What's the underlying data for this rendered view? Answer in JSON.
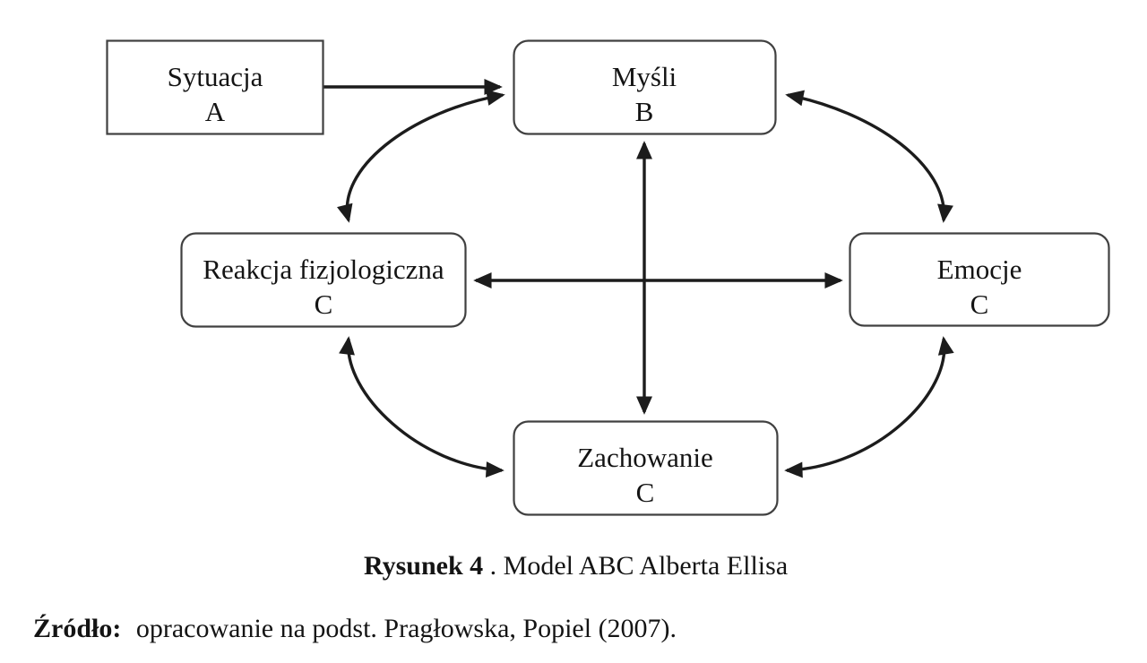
{
  "figure": {
    "type": "flow-diagram",
    "caption": {
      "label": "Rysunek 4",
      "rest": ". Model ABC Alberta Ellisa"
    },
    "source": {
      "label": "Źródło:",
      "rest": "opracowanie na podst. Pragłowska, Popiel (2007)."
    },
    "boxes": [
      {
        "id": "sytuacja",
        "label": "Sytuacja",
        "letter": "A",
        "shape": "rectangle"
      },
      {
        "id": "mysli",
        "label": "Myśli",
        "letter": "B",
        "shape": "rounded"
      },
      {
        "id": "reakcja",
        "label": "Reakcja fizjologiczna",
        "letter": "C",
        "shape": "rounded"
      },
      {
        "id": "emocje",
        "label": "Emocje",
        "letter": "C",
        "shape": "rounded"
      },
      {
        "id": "zachowanie",
        "label": "Zachowanie",
        "letter": "C",
        "shape": "rounded"
      }
    ],
    "edges": [
      {
        "from": "sytuacja",
        "to": "mysli",
        "bidirectional": false,
        "style": "straight"
      },
      {
        "from": "mysli",
        "to": "reakcja",
        "bidirectional": true,
        "style": "curved"
      },
      {
        "from": "mysli",
        "to": "emocje",
        "bidirectional": true,
        "style": "curved"
      },
      {
        "from": "mysli",
        "to": "zachowanie",
        "bidirectional": true,
        "style": "straight"
      },
      {
        "from": "reakcja",
        "to": "emocje",
        "bidirectional": true,
        "style": "straight"
      },
      {
        "from": "reakcja",
        "to": "zachowanie",
        "bidirectional": true,
        "style": "curved"
      },
      {
        "from": "zachowanie",
        "to": "emocje",
        "bidirectional": true,
        "style": "curved"
      }
    ],
    "colors": {
      "background": "#ffffff",
      "box_border": "#404040",
      "arrow": "#1c1c1c",
      "text": "#141414"
    }
  }
}
